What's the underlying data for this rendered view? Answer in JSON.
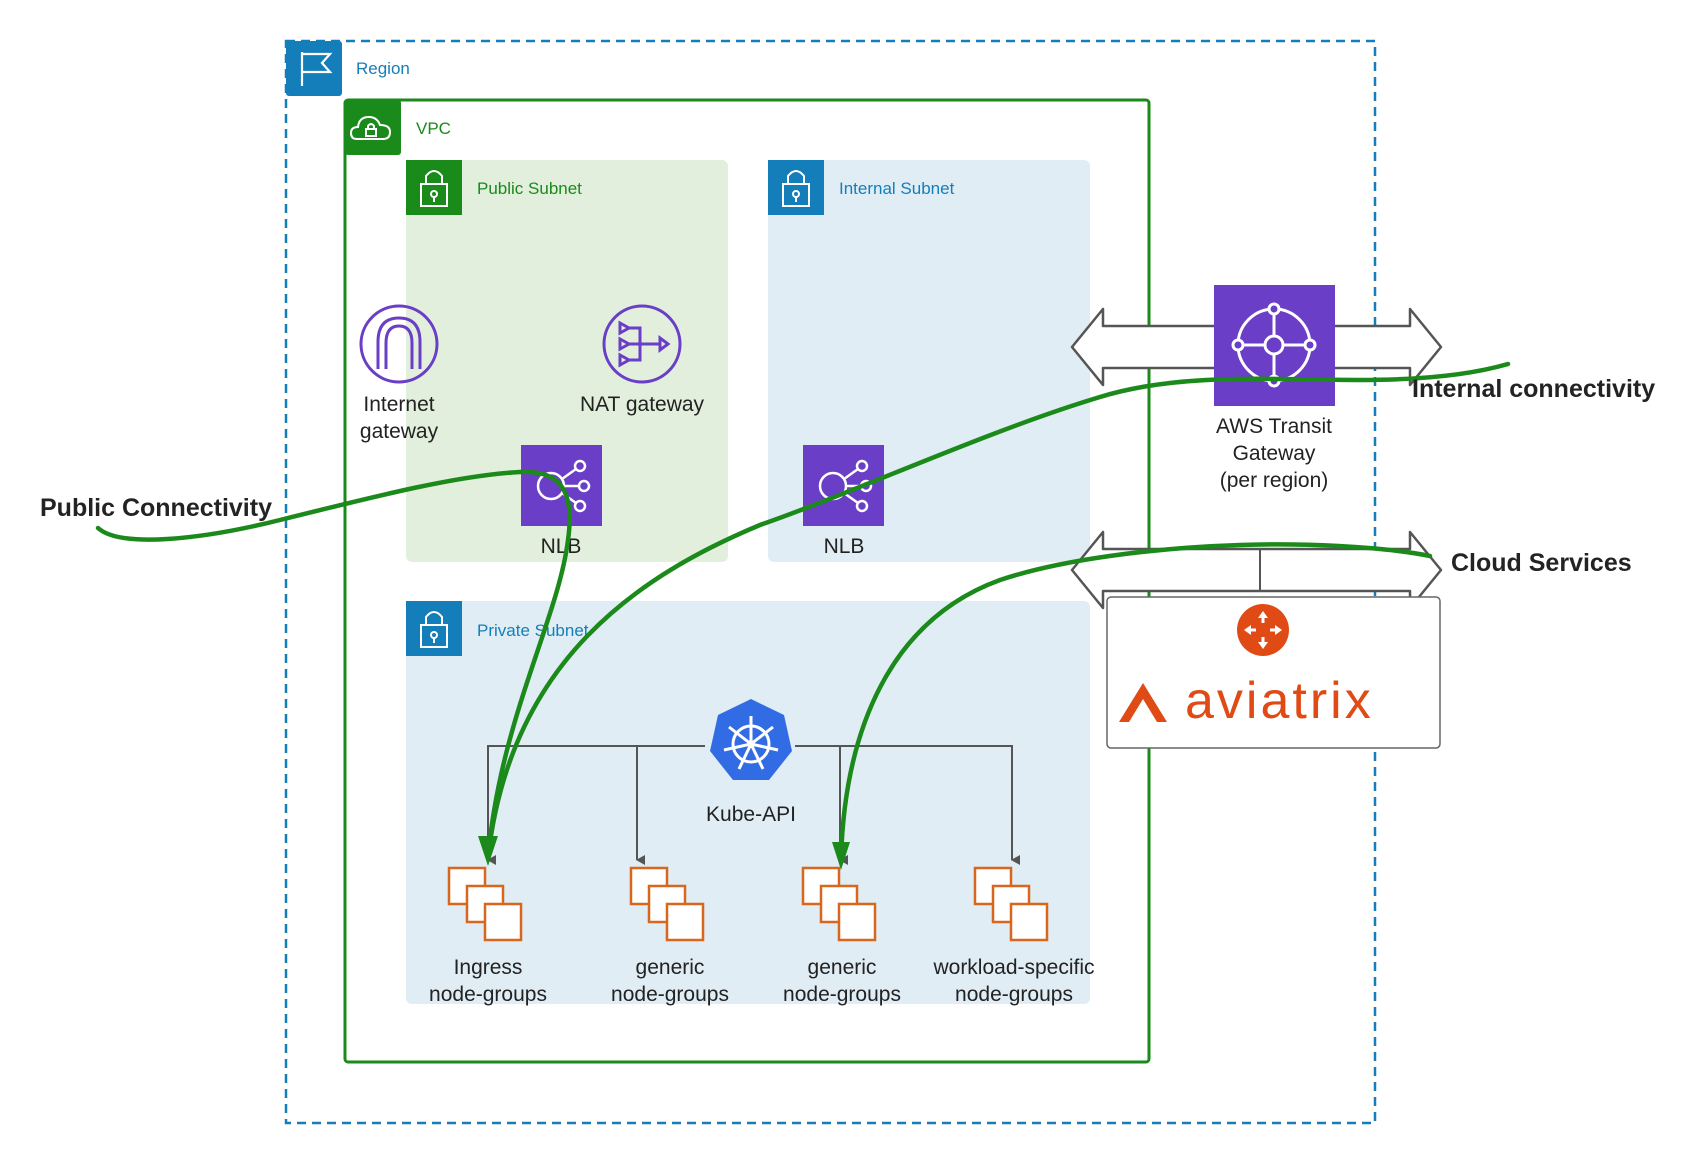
{
  "region": {
    "label": "Region"
  },
  "vpc": {
    "label": "VPC"
  },
  "public_subnet": {
    "label": "Public Subnet",
    "internet_gateway": {
      "line1": "Internet",
      "line2": "gateway"
    },
    "nat_gateway": {
      "label": "NAT gateway"
    },
    "nlb": {
      "label": "NLB"
    }
  },
  "internal_subnet": {
    "label": "Internal Subnet",
    "nlb": {
      "label": "NLB"
    }
  },
  "private_subnet": {
    "label": "Private Subnet",
    "kube_api": {
      "label": "Kube-API"
    },
    "node_groups": [
      {
        "line1": "Ingress",
        "line2": "node-groups"
      },
      {
        "line1": "generic",
        "line2": "node-groups"
      },
      {
        "line1": "generic",
        "line2": "node-groups"
      },
      {
        "line1": "workload-specific",
        "line2": "node-groups"
      }
    ]
  },
  "transit_gateway": {
    "line1": "AWS Transit",
    "line2": "Gateway",
    "line3": "(per region)"
  },
  "aviatrix": {
    "wordmark": "aviatrix"
  },
  "connectivity": {
    "public": "Public Connectivity",
    "internal": "Internal connectivity",
    "cloud": "Cloud Services"
  },
  "colors": {
    "region_border": "#147eba",
    "vpc_border": "#1a8a1a",
    "public_subnet_fill": "#e2efdc",
    "private_subnet_fill": "#e0edf5",
    "aws_purple": "#6a3ec6",
    "orange": "#d8661c",
    "connection_green": "#1b8a1b",
    "kubernetes_blue": "#326ce5",
    "aviatrix_orange": "#e04a15"
  }
}
